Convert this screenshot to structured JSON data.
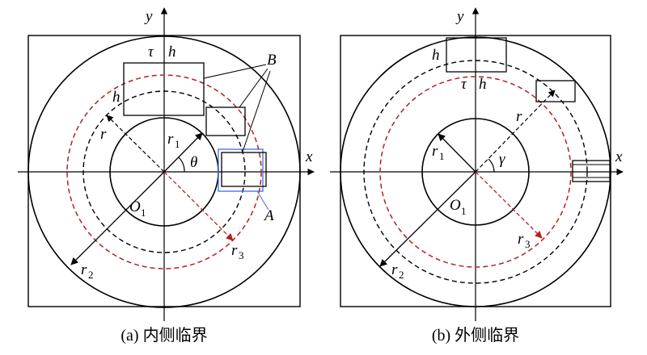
{
  "panel_a": {
    "axis_x": "x",
    "axis_y": "y",
    "tau": "τ",
    "h_top": "h",
    "h_side": "h",
    "r": "r",
    "r1": "r",
    "r1_sub": "1",
    "r2": "r",
    "r2_sub": "2",
    "r3": "r",
    "r3_sub": "3",
    "theta": "θ",
    "origin": "O",
    "origin_sub": "1",
    "label_A": "A",
    "label_B": "B",
    "caption": "(a) 内侧临界"
  },
  "panel_b": {
    "axis_x": "x",
    "axis_y": "y",
    "tau": "τ",
    "h_top": "h",
    "h_side": "h",
    "r": "r",
    "r1": "r",
    "r1_sub": "1",
    "r2": "r",
    "r2_sub": "2",
    "r3": "r",
    "r3_sub": "3",
    "gamma": "γ",
    "origin": "O",
    "origin_sub": "1",
    "caption": "(b) 外侧临界"
  },
  "colors": {
    "line": "#000000",
    "red_dashed": "#b22222",
    "blue_box": "#4169e1"
  }
}
